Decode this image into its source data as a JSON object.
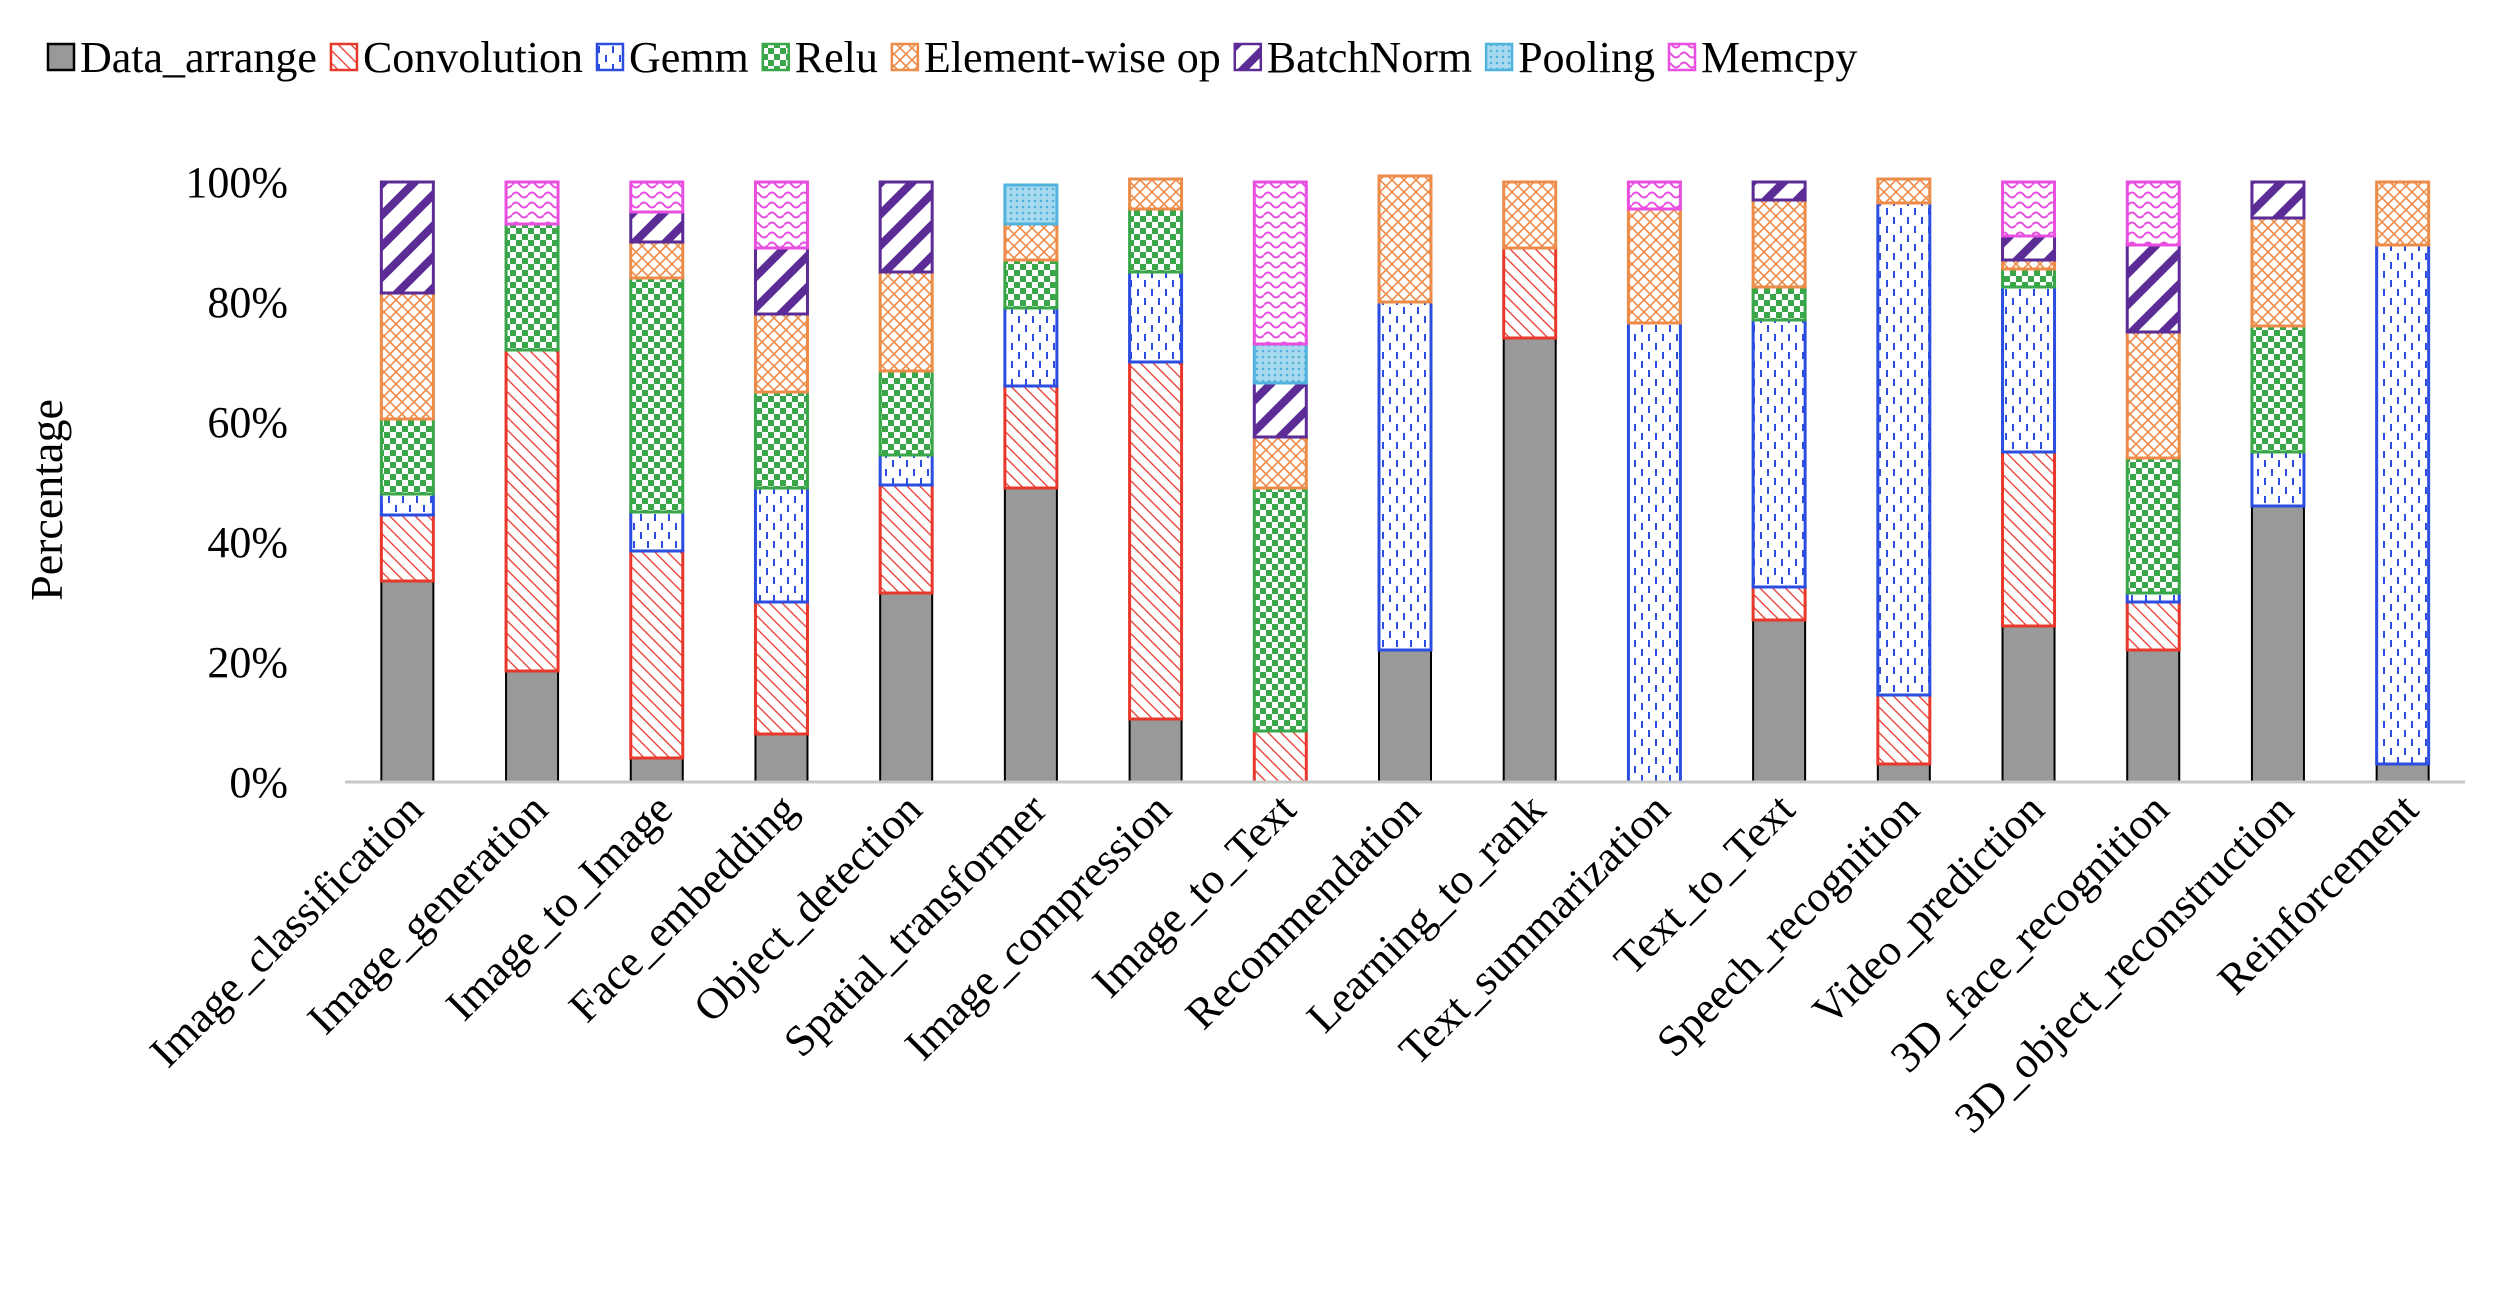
{
  "chart_data": {
    "type": "bar",
    "stacked": true,
    "title": "",
    "xlabel": "",
    "ylabel": "Percentage",
    "ylim": [
      0,
      100
    ],
    "yticks": [
      "0%",
      "20%",
      "40%",
      "60%",
      "80%",
      "100%"
    ],
    "legend_position": "top",
    "grid": false,
    "categories": [
      "Image_classification",
      "Image_generation",
      "Image_to_Image",
      "Face_embedding",
      "Object_detection",
      "Spatial_transformer",
      "Image_compression",
      "Image_to_Text",
      "Recommendation",
      "Learning_to_rank",
      "Text_summarization",
      "Text_to_Text",
      "Speech_recognition",
      "Video_prediction",
      "3D_face_recognition",
      "3D_object_reconstruction",
      "Reinforcement"
    ],
    "series": [
      {
        "name": "Data_arrange",
        "color": "#999999",
        "pattern": "solid",
        "values": [
          33.5,
          18.5,
          4,
          8,
          31.5,
          49,
          10.5,
          0,
          22,
          74,
          0,
          27,
          3,
          26,
          22,
          46,
          3
        ]
      },
      {
        "name": "Convolution",
        "color": "#e8382c",
        "pattern": "diagonal",
        "values": [
          11,
          53.5,
          34.5,
          22,
          18,
          17,
          59.5,
          8.5,
          0,
          15,
          0,
          5.5,
          11.5,
          29,
          8,
          0,
          0
        ]
      },
      {
        "name": "Gemm",
        "color": "#2b4de0",
        "pattern": "dashed",
        "values": [
          3.5,
          0,
          6.5,
          19,
          5,
          13,
          15,
          0,
          58,
          0,
          76.5,
          44.5,
          82,
          27.5,
          1.5,
          9,
          86.5
        ]
      },
      {
        "name": "Relu",
        "color": "#3aa64a",
        "pattern": "checker",
        "values": [
          12.5,
          21,
          39,
          16,
          14,
          8,
          10.5,
          40.5,
          0,
          0,
          0,
          5.5,
          0,
          3,
          22.5,
          21,
          0
        ]
      },
      {
        "name": "Element-wise op",
        "color": "#ec8c48",
        "pattern": "crosshatch",
        "values": [
          21,
          0,
          6,
          13,
          16.5,
          6,
          5,
          8.5,
          21,
          11,
          19,
          14.5,
          4,
          1.5,
          21,
          18,
          10.5
        ]
      },
      {
        "name": "BatchNorm",
        "color": "#5b2b96",
        "pattern": "wide-diagonal",
        "values": [
          18.5,
          0,
          5,
          11,
          15,
          0,
          0,
          9,
          0,
          0,
          0,
          3,
          0,
          4,
          14.5,
          6,
          0
        ]
      },
      {
        "name": "Pooling",
        "color": "#4fb3de",
        "pattern": "dots",
        "values": [
          0,
          0,
          0,
          0,
          0,
          6.5,
          0,
          6.5,
          0,
          0,
          0,
          0,
          0,
          0,
          0,
          0,
          0
        ]
      },
      {
        "name": "Memcpy",
        "color": "#e84fe0",
        "pattern": "wave",
        "values": [
          0,
          7,
          5,
          11,
          0,
          0,
          0,
          27,
          0,
          0,
          4.5,
          0,
          0,
          9,
          10.5,
          0,
          0
        ]
      }
    ]
  }
}
